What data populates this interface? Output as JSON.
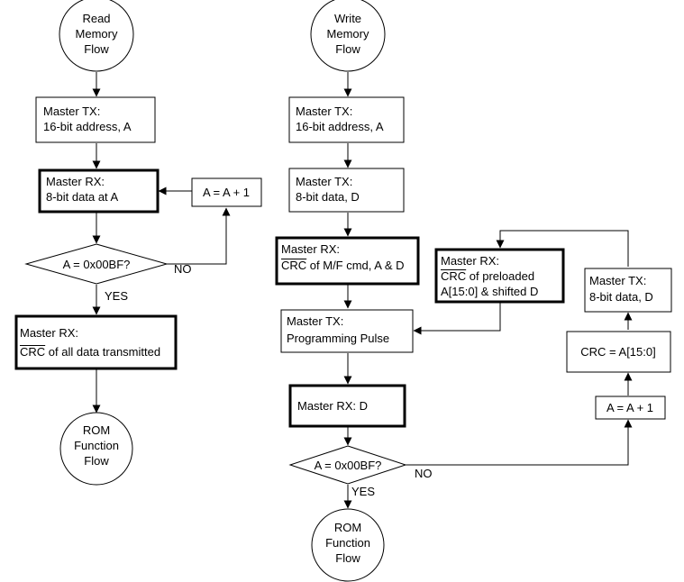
{
  "read_flow": {
    "start": [
      "Read",
      "Memory",
      "Flow"
    ],
    "tx_address": [
      "Master TX:",
      "16-bit address, A"
    ],
    "rx_data": [
      "Master RX:",
      "8-bit data at A"
    ],
    "increment": "A = A + 1",
    "decision": "A = 0x00BF?",
    "decision_no": "NO",
    "decision_yes": "YES",
    "rx_crc": [
      "Master RX:",
      "CRC",
      " of all data transmitted"
    ],
    "end": [
      "ROM",
      "Function",
      "Flow"
    ]
  },
  "write_flow": {
    "start": [
      "Write",
      "Memory",
      "Flow"
    ],
    "tx_address": [
      "Master TX:",
      "16-bit address, A"
    ],
    "tx_data": [
      "Master TX:",
      "8-bit data, D"
    ],
    "rx_crc_cmd": [
      "Master RX:",
      "CRC",
      " of M/F cmd, A & D"
    ],
    "rx_crc_preloaded": [
      "Master RX:",
      "CRC",
      " of preloaded",
      "A[15:0] & shifted D"
    ],
    "tx_pulse": [
      "Master TX:",
      "Programming Pulse"
    ],
    "rx_d": "Master RX: D",
    "decision": "A = 0x00BF?",
    "decision_no": "NO",
    "decision_yes": "YES",
    "end": [
      "ROM",
      "Function",
      "Flow"
    ],
    "tx_data_loop": [
      "Master TX:",
      "8-bit data, D"
    ],
    "crc_assign": "CRC = A[15:0]",
    "increment": "A = A + 1"
  }
}
